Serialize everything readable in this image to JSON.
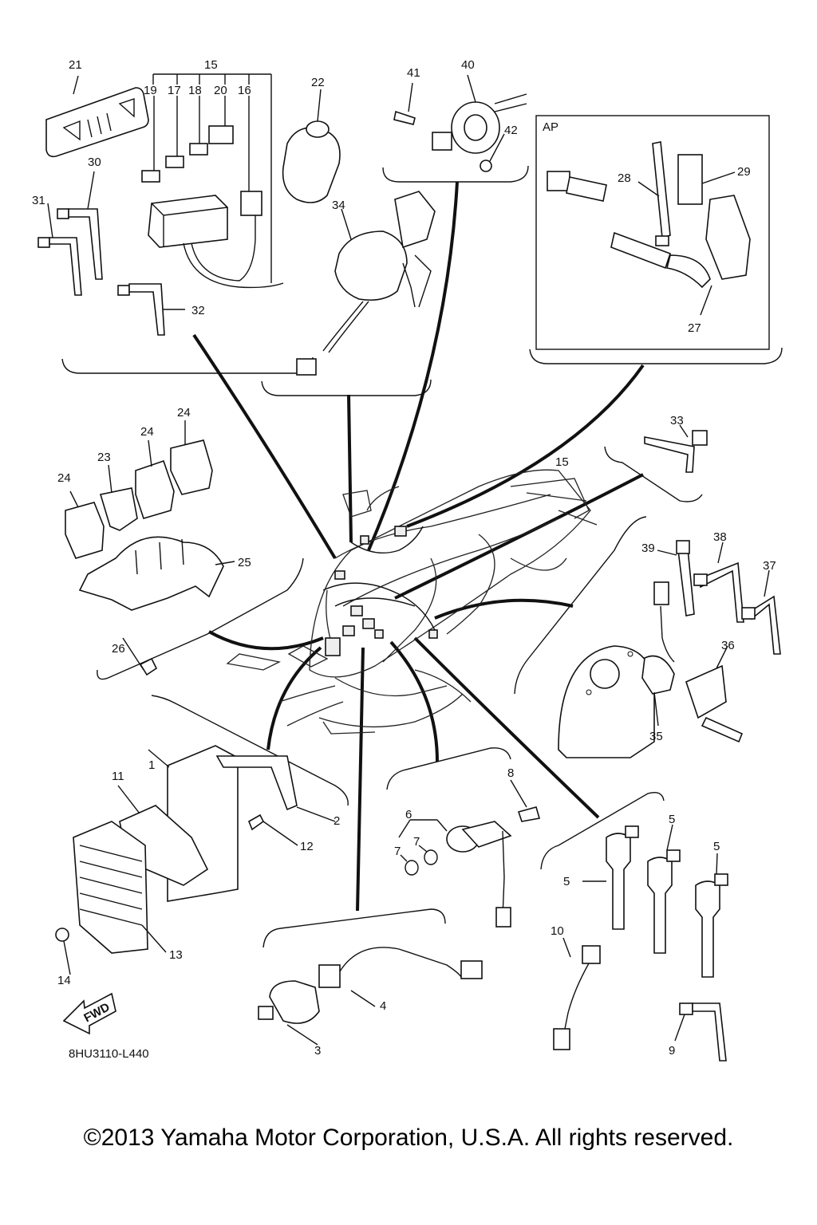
{
  "diagram": {
    "code": "8HU3110-L440",
    "ap_tag": "AP",
    "fwd_tag": "FWD",
    "callouts": {
      "c1": "1",
      "c2": "2",
      "c3": "3",
      "c4": "4",
      "c5a": "5",
      "c5b": "5",
      "c5c": "5",
      "c6": "6",
      "c7a": "7",
      "c7b": "7",
      "c8": "8",
      "c9": "9",
      "c10": "10",
      "c11": "11",
      "c12": "12",
      "c13": "13",
      "c14": "14",
      "c15a": "15",
      "c15b": "15",
      "c16": "16",
      "c17": "17",
      "c18": "18",
      "c19": "19",
      "c20": "20",
      "c21": "21",
      "c22": "22",
      "c23": "23",
      "c24a": "24",
      "c24b": "24",
      "c24c": "24",
      "c25": "25",
      "c26": "26",
      "c27": "27",
      "c28": "28",
      "c29": "29",
      "c30": "30",
      "c31": "31",
      "c32": "32",
      "c33": "33",
      "c34": "34",
      "c35": "35",
      "c36": "36",
      "c37": "37",
      "c38": "38",
      "c39": "39",
      "c40": "40",
      "c41": "41",
      "c42": "42"
    }
  },
  "footer": {
    "copyright": "©2013 Yamaha Motor Corporation, U.S.A. All rights reserved."
  }
}
